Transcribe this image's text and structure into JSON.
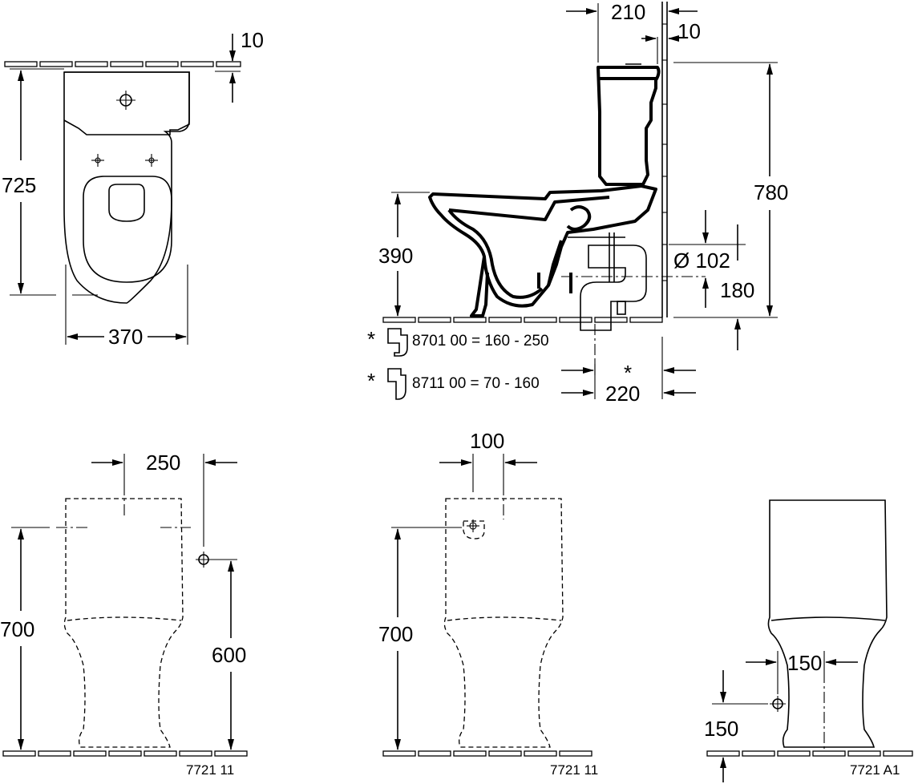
{
  "top_view": {
    "dim_width": "370",
    "dim_depth": "725",
    "dim_wall_gap": "10"
  },
  "side_view": {
    "dim_cistern_depth": "210",
    "dim_wall_gap": "10",
    "dim_total_height": "780",
    "dim_seat_height": "390",
    "dim_outlet_diameter": "Ø 102",
    "dim_outlet_height": "180",
    "dim_outlet_offset": "220",
    "asterisk": "*",
    "accessories": [
      {
        "marker": "*",
        "text": "8701 00 = 160 - 250"
      },
      {
        "marker": "*",
        "text": "8711 00 = 70 - 160"
      }
    ]
  },
  "front_view_left": {
    "dim_offset": "250",
    "dim_height": "700",
    "dim_inlet_height": "600",
    "code": "7721 11"
  },
  "front_view_middle": {
    "dim_offset": "100",
    "dim_height": "700",
    "code": "7721 11"
  },
  "front_view_right": {
    "dim_offset": "150",
    "dim_height": "150",
    "code": "7721 A1"
  }
}
